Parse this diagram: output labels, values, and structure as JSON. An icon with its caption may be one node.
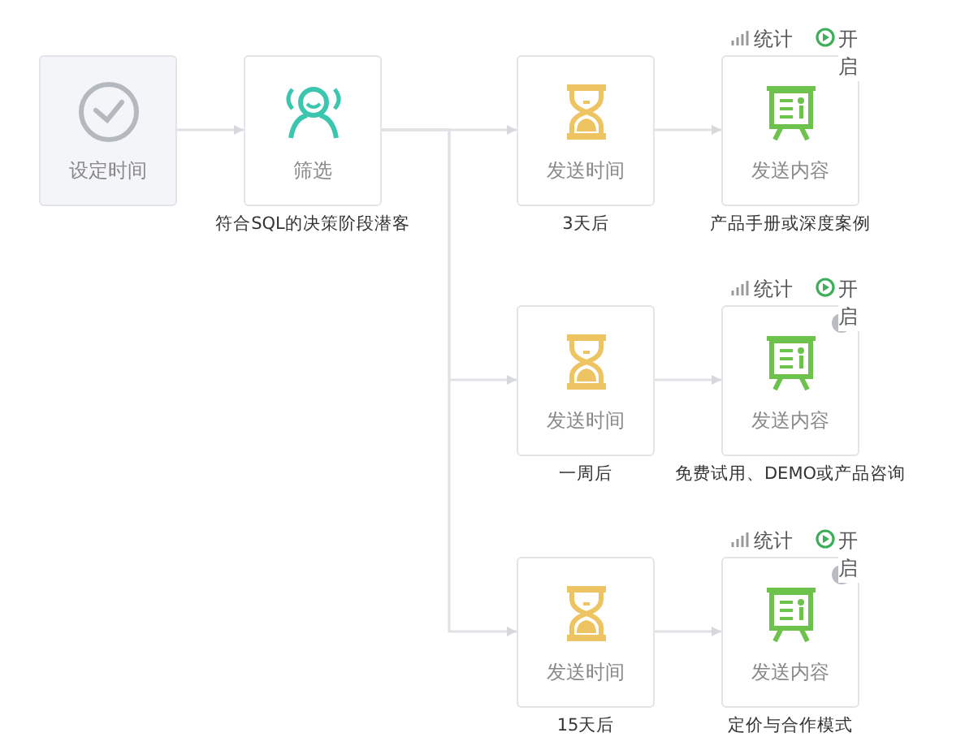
{
  "diagram": {
    "nodes": [
      {
        "text": [
          "设定时间"
        ]
      },
      {
        "text": [
          "筛选"
        ],
        "beside": [
          "符合SQL的决策阶段潜客"
        ]
      },
      {
        "text": [
          "发送时间"
        ],
        "beside": [
          "3天后"
        ]
      },
      {
        "text": [
          "发送内容"
        ],
        "beside": [
          "产品手册或深度案例"
        ]
      },
      {
        "text": [
          "发送时间"
        ],
        "beside": [
          "一周后"
        ]
      },
      {
        "text": [
          "发送内容"
        ],
        "beside": [
          "免费试用、DEMO或产品咨询"
        ]
      },
      {
        "text": [
          "发送时间"
        ],
        "beside": [
          "15天后"
        ]
      },
      {
        "text": [
          "发送内容"
        ],
        "beside": [
          "定价与合作模式"
        ]
      }
    ],
    "edges": [
      {
        "from": 0,
        "to": 1,
        "arrow": "to"
      },
      {
        "from": 1,
        "to": 2,
        "arrow": "to"
      },
      {
        "from": 1,
        "to": 4,
        "arrow": "to"
      },
      {
        "from": 1,
        "to": 6,
        "arrow": "to"
      },
      {
        "from": 2,
        "to": 3,
        "arrow": "to"
      },
      {
        "from": 4,
        "to": 5,
        "arrow": "to"
      },
      {
        "from": 6,
        "to": 7,
        "arrow": "to"
      }
    ],
    "labels": [
      "统计",
      "开启",
      "统计",
      "开启",
      "统计",
      "开启"
    ]
  }
}
